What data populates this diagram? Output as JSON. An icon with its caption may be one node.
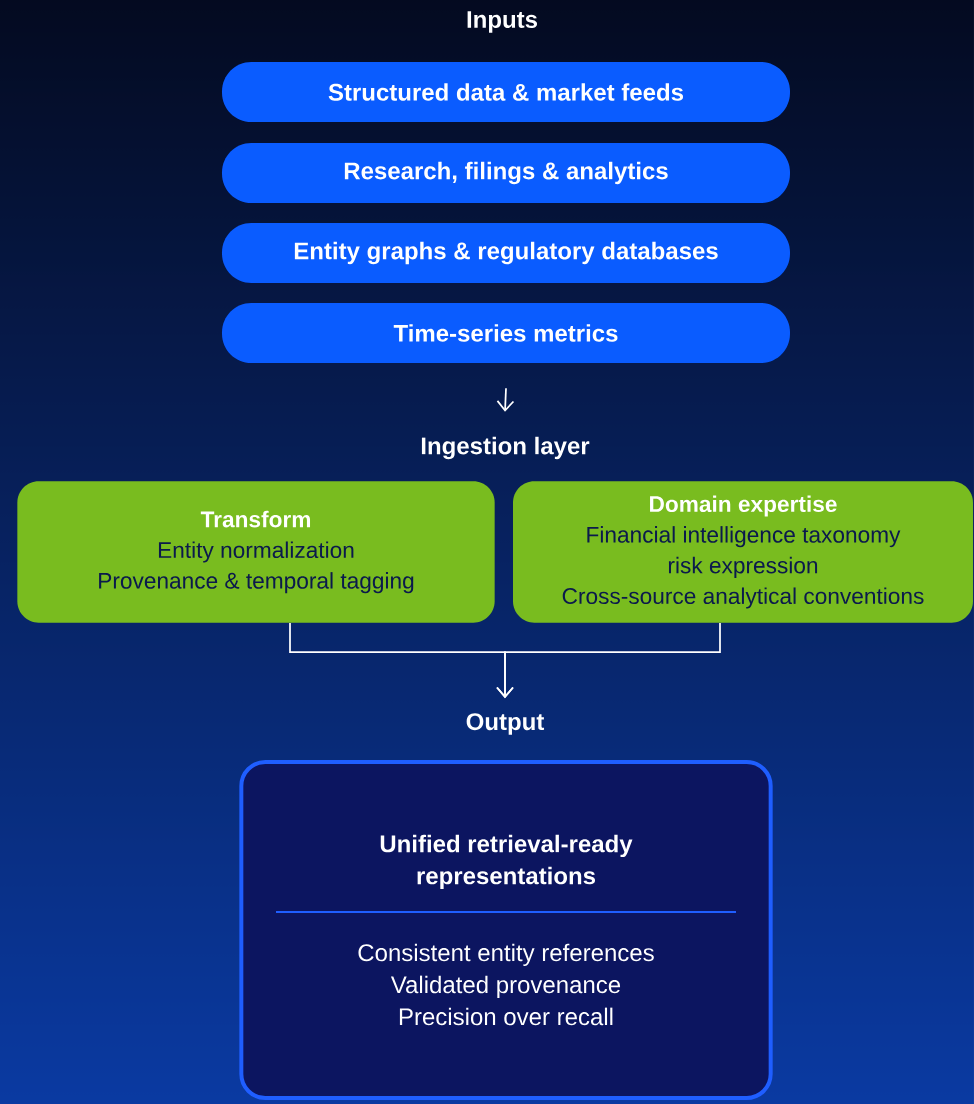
{
  "diagram": {
    "nodes": [
      {
        "text": [
          "Structured data & market feeds"
        ]
      },
      {
        "text": [
          "Research, filings & analytics"
        ]
      },
      {
        "text": [
          "Entity graphs & regulatory databases"
        ]
      },
      {
        "text": [
          "Time-series metrics"
        ]
      },
      {
        "text": [
          "Ingestion layer"
        ]
      },
      {
        "text": [
          "Transform",
          "Entity normalization",
          "Provenance & temporal tagging"
        ]
      },
      {
        "text": [
          "Domain expertise",
          "Financial intelligence taxonomy",
          "risk expression",
          "Cross-source analytical conventions"
        ]
      },
      {
        "text": [
          "Output"
        ]
      },
      {
        "text": [
          "Unified retrieval-ready representations",
          "Consistent entity references",
          "Validated provenance",
          "Precision over recall"
        ]
      }
    ],
    "edges": [
      {
        "from": 3,
        "to": 4,
        "arrow": "to"
      },
      {
        "from": 5,
        "to": 7,
        "arrow": "to"
      },
      {
        "from": 6,
        "to": 7,
        "arrow": "to"
      }
    ],
    "labels": [
      "Inputs"
    ]
  }
}
